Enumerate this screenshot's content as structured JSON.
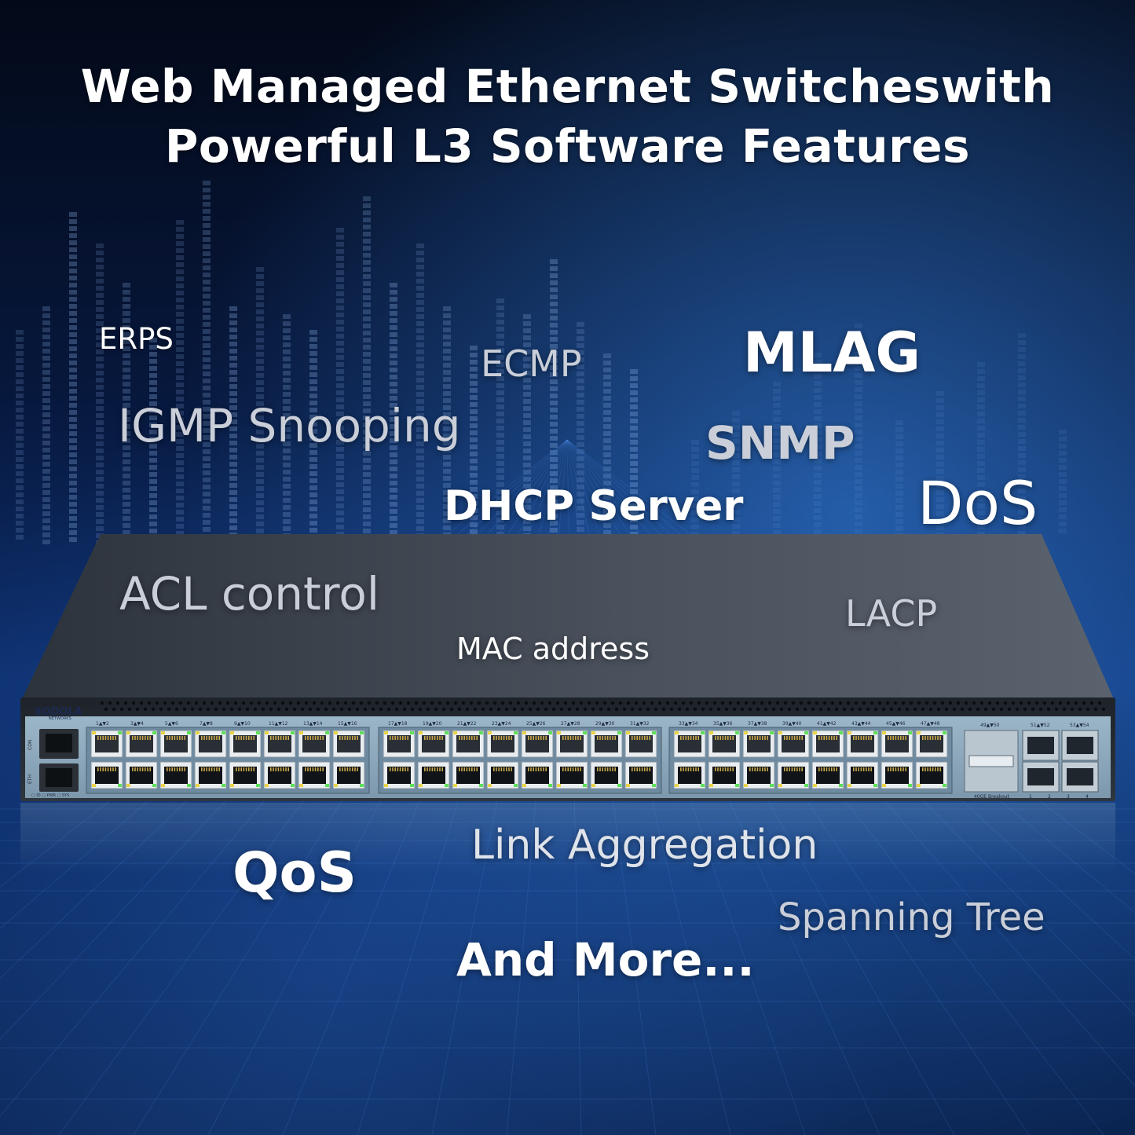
{
  "headline": {
    "line1": "Web Managed Ethernet Switcheswith",
    "line2": "Powerful L3 Software Features"
  },
  "features": {
    "erps": "ERPS",
    "ecmp": "ECMP",
    "mlag": "MLAG",
    "igmp": "IGMP Snooping",
    "snmp": "SNMP",
    "dhcp": "DHCP Server",
    "dos": "DoS",
    "acl": "ACL control",
    "lacp": "LACP",
    "mac": "MAC address",
    "qos": "QoS",
    "link_aggregation": "Link Aggregation",
    "spanning_tree": "Spanning Tree",
    "more": "And More..."
  },
  "device": {
    "brand": "SODOLA",
    "brand_sub": "NETWORKS",
    "con_label": "CON",
    "eth_label": "ETH",
    "status_leds": "□ ID □ PWR □ SYS",
    "group1_labels": [
      "1▲▼2",
      "3▲▼4",
      "5▲▼6",
      "7▲▼8",
      "9▲▼10",
      "11▲▼12",
      "13▲▼14",
      "15▲▼16"
    ],
    "group2_labels": [
      "17▲▼18",
      "19▲▼20",
      "21▲▼22",
      "23▲▼24",
      "25▲▼26",
      "27▲▼28",
      "29▲▼30",
      "31▲▼32"
    ],
    "group3_labels": [
      "33▲▼34",
      "35▲▼36",
      "37▲▼38",
      "39▲▼40",
      "41▲▼42",
      "43▲▼44",
      "45▲▼46",
      "47▲▼48"
    ],
    "qsfp_label": "49▲▼50",
    "qsfp_sub": "40GE Breakout",
    "sfp_label_a": "51▲▼52",
    "sfp_label_b": "53▲▼54",
    "sfp_numbers": [
      "1",
      "2",
      "3",
      "4"
    ],
    "colors": {
      "chassis_top": "#3c434e",
      "faceplate": "#8aa7bd",
      "port_led_green": "#5ee05a",
      "port_led_amber": "#e8d44a"
    }
  },
  "colors": {
    "background_top": "#040b1f",
    "background_mid": "#0d2f6e",
    "background_glow": "#2a7fe0"
  }
}
